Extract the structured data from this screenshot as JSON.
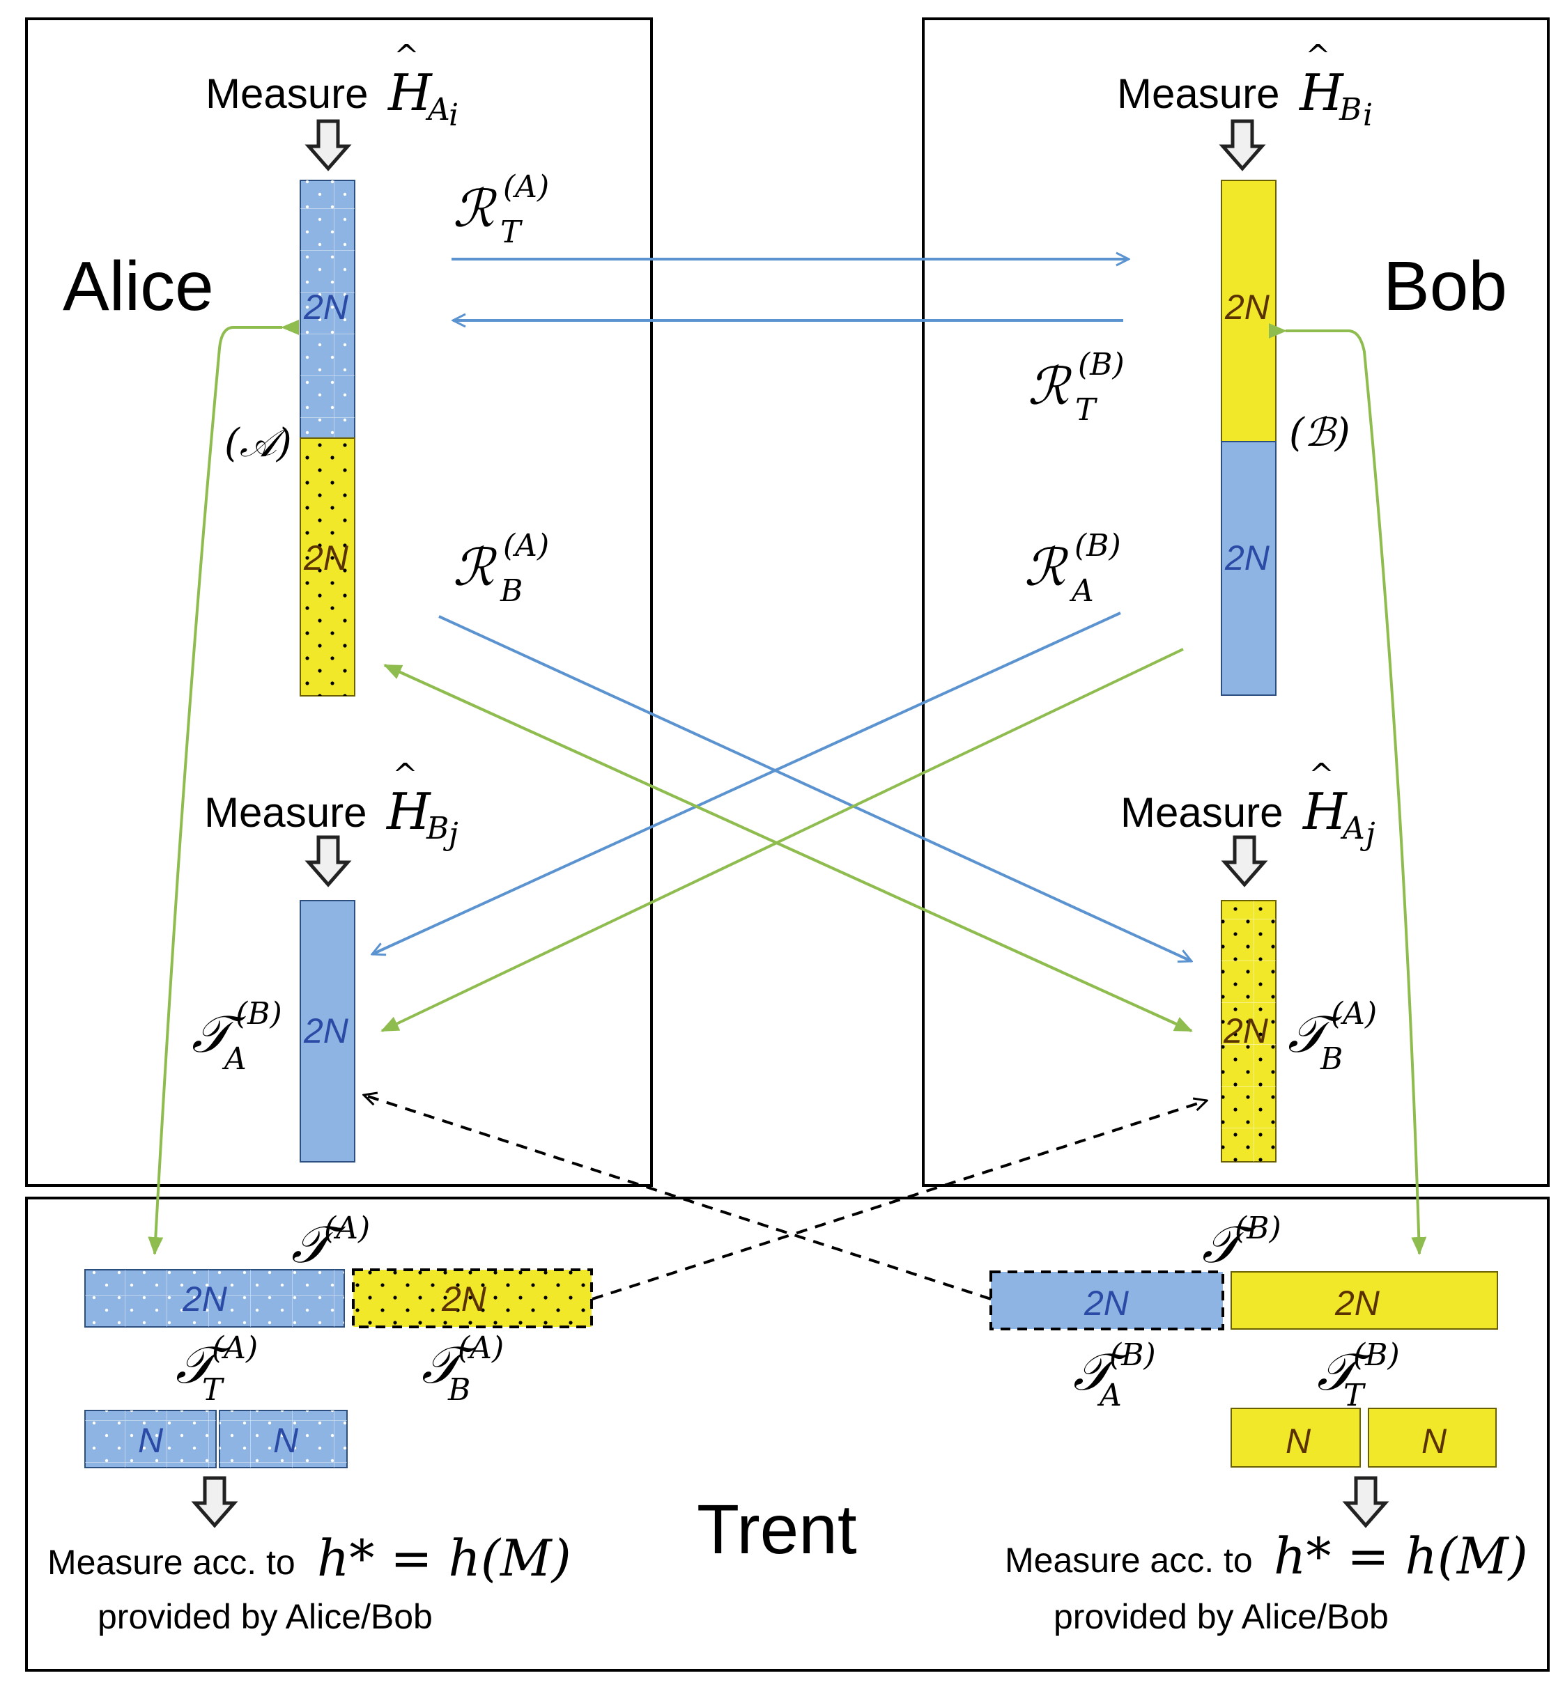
{
  "colors": {
    "blue_fill": "#8db4e2",
    "yellow_fill": "#f2e82a",
    "blue_arrow": "#5b93d0",
    "green_arrow": "#8fbc4f",
    "blue_text": "#2a4aa5",
    "brown_text": "#5a3200"
  },
  "alice": {
    "name": "Alice",
    "measure_top": {
      "word": "Measure",
      "op": "H",
      "sub": "A",
      "idx": "i"
    },
    "register_label": "(𝒜)",
    "block_top_label": "2N",
    "block_bottom_label": "2N",
    "measure_bottom": {
      "word": "Measure",
      "op": "H",
      "sub": "B",
      "idx": "j"
    },
    "received_label": {
      "main": "𝒯",
      "sub": "A",
      "sup": "(B)"
    },
    "received_block_label": "2N"
  },
  "bob": {
    "name": "Bob",
    "measure_top": {
      "word": "Measure",
      "op": "H",
      "sub": "B",
      "idx": "i"
    },
    "register_label": "(ℬ)",
    "block_top_label": "2N",
    "block_bottom_label": "2N",
    "measure_bottom": {
      "word": "Measure",
      "op": "H",
      "sub": "A",
      "idx": "j"
    },
    "received_label": {
      "main": "𝒯",
      "sub": "B",
      "sup": "(A)"
    },
    "received_block_label": "2N"
  },
  "channels": {
    "rt_a": {
      "main": "ℛ",
      "sub": "T",
      "sup": "(A)"
    },
    "rt_b": {
      "main": "ℛ",
      "sub": "T",
      "sup": "(B)"
    },
    "rb_a": {
      "main": "ℛ",
      "sub": "B",
      "sup": "(A)"
    },
    "ra_b": {
      "main": "ℛ",
      "sub": "A",
      "sup": "(B)"
    }
  },
  "trent": {
    "name": "Trent",
    "left": {
      "title": {
        "main": "𝒯",
        "sup": "(A)"
      },
      "block1_label": "2N",
      "block2_label": "2N",
      "sub1": {
        "main": "𝒯",
        "sub": "T",
        "sup": "(A)"
      },
      "sub2": {
        "main": "𝒯",
        "sub": "B",
        "sup": "(A)"
      },
      "half1": "N",
      "half2": "N",
      "note_line1": "Measure acc. to",
      "note_math": "h* = h(M)",
      "note_line2": "provided by Alice/Bob"
    },
    "right": {
      "title": {
        "main": "𝒯",
        "sup": "(B)"
      },
      "block1_label": "2N",
      "block2_label": "2N",
      "sub1": {
        "main": "𝒯",
        "sub": "A",
        "sup": "(B)"
      },
      "sub2": {
        "main": "𝒯",
        "sub": "T",
        "sup": "(B)"
      },
      "half1": "N",
      "half2": "N",
      "note_line1": "Measure acc. to",
      "note_math": "h* = h(M)",
      "note_line2": "provided by Alice/Bob"
    }
  }
}
